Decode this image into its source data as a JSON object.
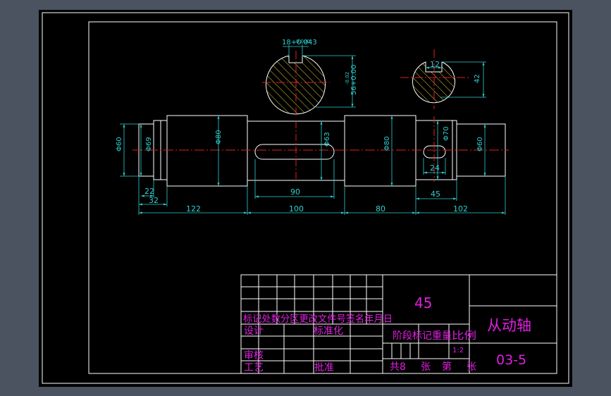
{
  "drawing": {
    "colors": {
      "background": "#4b5360",
      "paper": "#000000",
      "outline": "#ffffff",
      "dimension": "#2fd0d0",
      "centerline": "#e02020",
      "hatch": "#d4c030",
      "titleblock_text": "#e020e0"
    },
    "section_keyway": {
      "width_tol": "18+0.043",
      "width_tol_low": "0.000",
      "depth_tol": "56+0.00",
      "depth_tol_low": "-0.02"
    },
    "section_small": {
      "width": "12",
      "depth": "42"
    },
    "diameters": {
      "d1": "Φ60",
      "d2": "Φ69",
      "d3": "Φ80",
      "d4": "Φ63",
      "d5": "Φ80",
      "d6": "Φ70",
      "d7": "Φ60"
    },
    "lengths": {
      "l22": "22",
      "l32": "32",
      "l122": "122",
      "l100": "100",
      "l80": "80",
      "l102": "102",
      "key90": "90",
      "key24": "24",
      "key45": "45"
    }
  },
  "title_block": {
    "material": "45",
    "part_name": "从动轴",
    "drawing_no": "03-5",
    "scale": "1:2",
    "headers": "标记处数分区更改文件号签名年月日",
    "design": "设计",
    "standardize": "标准化",
    "stage_mark": "阶段标记",
    "weight": "重量",
    "ratio": "比例",
    "review": "审核",
    "process": "工艺",
    "approve": "批准",
    "total": "共8",
    "sheet": "张 第",
    "sheet_end": "张"
  }
}
